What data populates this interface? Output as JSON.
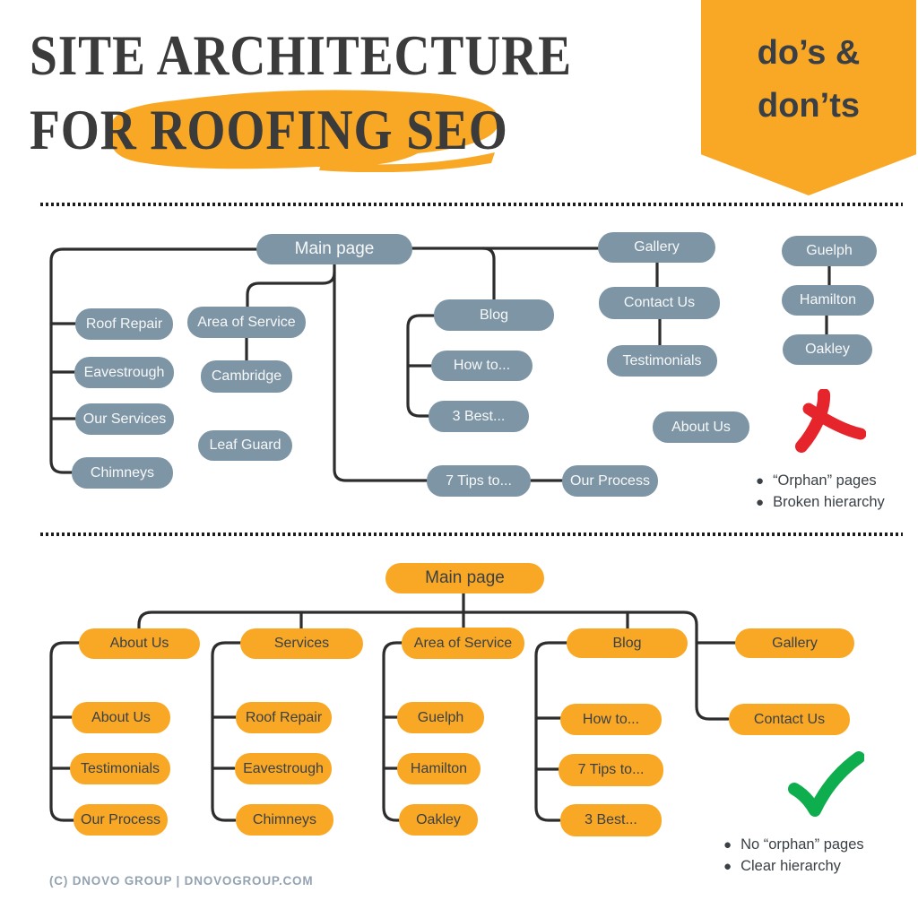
{
  "header": {
    "title_line1": "SITE ARCHITECTURE",
    "title_line2_plain": "FOR ",
    "title_line2_highlight": "ROOFING SEO",
    "badge": {
      "line1": "do’s &",
      "line2": "don’ts"
    }
  },
  "colors": {
    "orange": "#F9A826",
    "slate": "#7E95A5",
    "line": "#2d2d2d",
    "red_x": "#E5242B",
    "green_check": "#0EAE4E",
    "title_text": "#3b3b3b",
    "footer_text": "#94a3b1"
  },
  "dont": {
    "nodes": {
      "main": "Main page",
      "roof_repair": "Roof Repair",
      "eavestrough": "Eavestrough",
      "our_services": "Our Services",
      "chimneys": "Chimneys",
      "area_of_service": "Area of Service",
      "cambridge": "Cambridge",
      "leaf_guard": "Leaf Guard",
      "blog": "Blog",
      "how_to": "How to...",
      "three_best": "3 Best...",
      "seven_tips": "7 Tips to...",
      "our_process": "Our Process",
      "gallery": "Gallery",
      "contact_us": "Contact Us",
      "testimonials": "Testimonials",
      "about_us": "About Us",
      "guelph": "Guelph",
      "hamilton": "Hamilton",
      "oakley": "Oakley"
    },
    "verdict": {
      "bullets": [
        "“Orphan” pages",
        "Broken hierarchy"
      ]
    }
  },
  "do": {
    "nodes": {
      "main": "Main page",
      "about_us": "About Us",
      "services": "Services",
      "area_of_service": "Area of Service",
      "blog": "Blog",
      "gallery": "Gallery",
      "about_us_child": "About Us",
      "testimonials": "Testimonials",
      "our_process": "Our Process",
      "roof_repair": "Roof Repair",
      "eavestrough": "Eavestrough",
      "chimneys": "Chimneys",
      "guelph": "Guelph",
      "hamilton": "Hamilton",
      "oakley": "Oakley",
      "how_to": "How to...",
      "seven_tips": "7 Tips to...",
      "three_best": "3 Best...",
      "contact_us": "Contact Us"
    },
    "verdict": {
      "bullets": [
        "No “orphan” pages",
        "Clear hierarchy"
      ]
    }
  },
  "footer": {
    "copyright": "(C) DNOVO GROUP | DNOVOGROUP.COM"
  }
}
